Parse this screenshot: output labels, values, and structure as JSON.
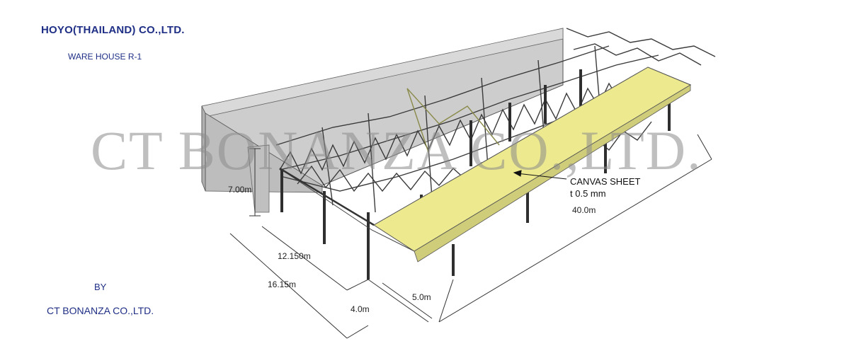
{
  "header": {
    "company": "HOYO(THAILAND) CO.,LTD.",
    "project": "WARE HOUSE R-1"
  },
  "footer": {
    "by": "BY",
    "author": "CT BONANZA CO.,LTD."
  },
  "watermark": "CT  BONANZA CO.,LTD.",
  "annotations": {
    "material_line1": "CANVAS SHEET",
    "material_line2": "t 0.5 mm"
  },
  "dimensions": {
    "height": "7.00m",
    "width_inner": "12.150m",
    "width_total": "16.15m",
    "canopy_depth": "4.0m",
    "column_offset": "5.0m",
    "length": "40.0m"
  },
  "colors": {
    "building_top": "#d4d4d4",
    "building_front": "#c6c6c6",
    "canvas": "#ece98e",
    "steel": "#3a3a3a",
    "text_blue": "#1f2f86"
  }
}
